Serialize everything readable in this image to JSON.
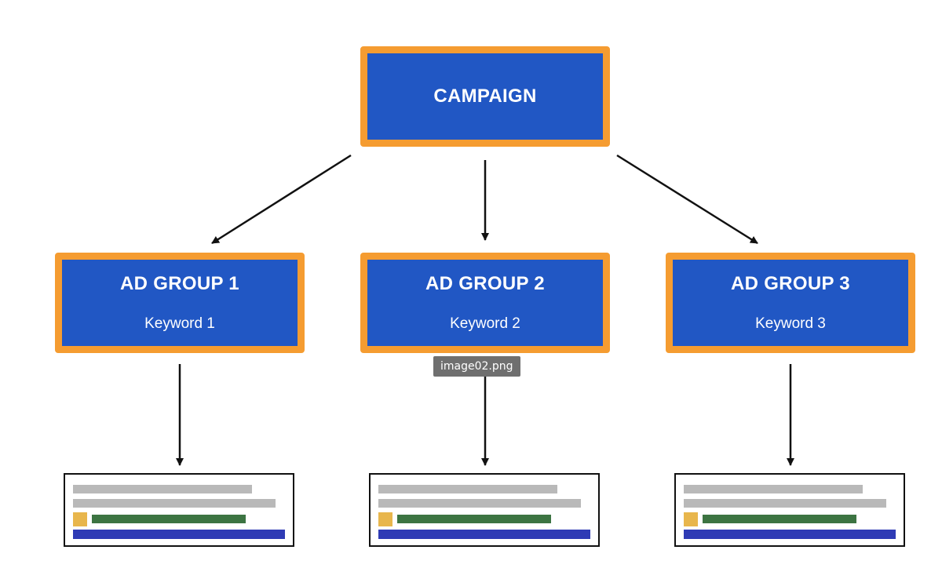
{
  "campaign": {
    "title": "CAMPAIGN"
  },
  "ad_groups": [
    {
      "title": "AD GROUP 1",
      "keyword": "Keyword 1"
    },
    {
      "title": "AD GROUP 2",
      "keyword": "Keyword 2"
    },
    {
      "title": "AD GROUP 3",
      "keyword": "Keyword 3"
    }
  ],
  "tooltip": {
    "text": "image02.png"
  },
  "colors": {
    "box_fill": "#2157c4",
    "box_border": "#f59c31",
    "ad_gray": "#b9b9b9",
    "ad_green": "#3c7442",
    "ad_yellow": "#e8b64c",
    "ad_blue": "#2f3bb5"
  }
}
